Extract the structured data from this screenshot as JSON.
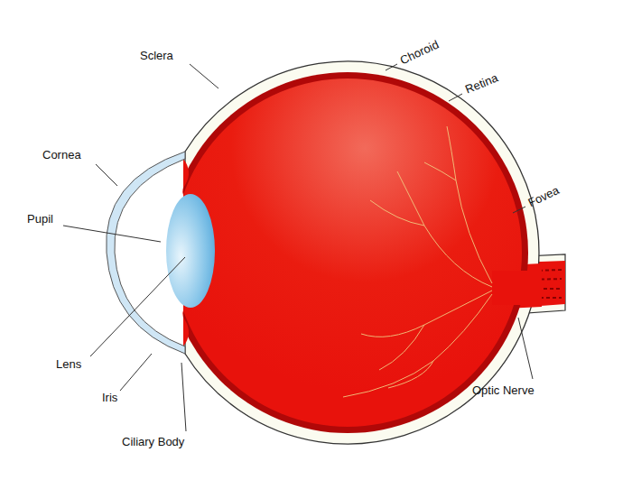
{
  "diagram": {
    "labels": [
      "Sclera",
      "Choroid",
      "Retina",
      "Cornea",
      "Fovea",
      "Pupil",
      "Lens",
      "Iris",
      "Optic Nerve",
      "Ciliary Body"
    ]
  }
}
